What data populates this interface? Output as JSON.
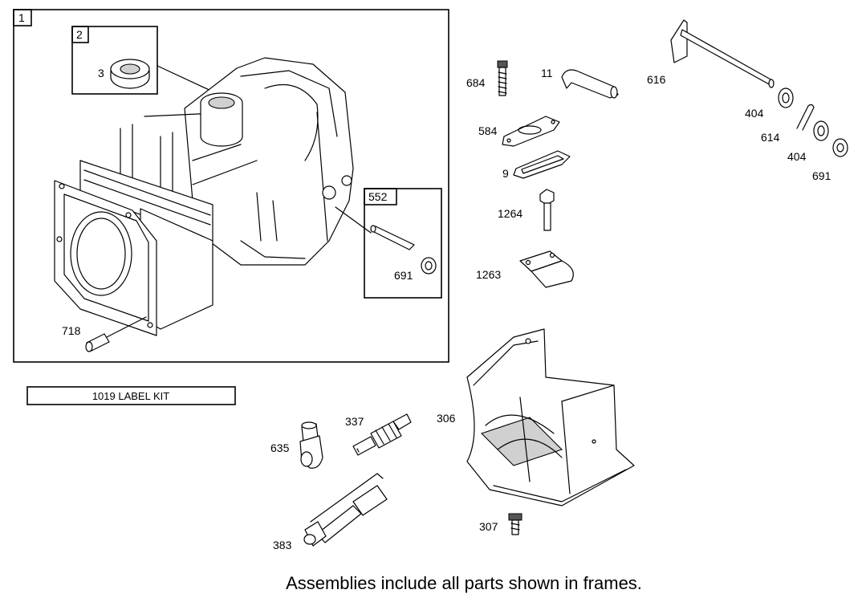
{
  "frames": [
    {
      "id": "1"
    },
    {
      "id": "2"
    },
    {
      "id": "552"
    }
  ],
  "part_labels": {
    "p3": "3",
    "p718": "718",
    "p691a": "691",
    "p684": "684",
    "p11": "11",
    "p616": "616",
    "p404a": "404",
    "p614": "614",
    "p404b": "404",
    "p691b": "691",
    "p584": "584",
    "p9": "9",
    "p1264": "1264",
    "p1263": "1263",
    "p306": "306",
    "p337": "337",
    "p635": "635",
    "p383": "383",
    "p307": "307"
  },
  "label_kit": "1019 LABEL KIT",
  "footer": "Assemblies include all parts shown in frames."
}
